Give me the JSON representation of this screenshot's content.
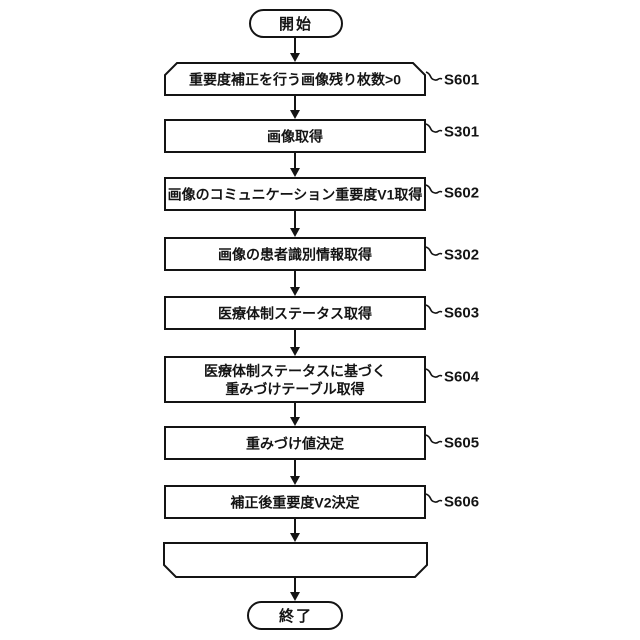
{
  "diagram": {
    "type": "flowchart",
    "start_label": "開始",
    "end_label": "終了",
    "steps": [
      {
        "id": "S601",
        "shape": "loop-start",
        "label": "重要度補正を行う画像残り枚数>0"
      },
      {
        "id": "S301",
        "shape": "process",
        "label": "画像取得"
      },
      {
        "id": "S602",
        "shape": "process",
        "label": "画像のコミュニケーション重要度V1取得"
      },
      {
        "id": "S302",
        "shape": "process",
        "label": "画像の患者識別情報取得"
      },
      {
        "id": "S603",
        "shape": "process",
        "label": "医療体制ステータス取得"
      },
      {
        "id": "S604",
        "shape": "process",
        "label": "医療体制ステータスに基づく 重みづけテーブル取得",
        "label_lines": [
          "医療体制ステータスに基づく",
          "重みづけテーブル取得"
        ]
      },
      {
        "id": "S605",
        "shape": "process",
        "label": "重みづけ値決定"
      },
      {
        "id": "S606",
        "shape": "process",
        "label": "補正後重要度V2決定"
      },
      {
        "id": "",
        "shape": "loop-end",
        "label": ""
      }
    ],
    "colors": {
      "line": "#141414",
      "background": "#ffffff",
      "text": "#141414"
    }
  }
}
